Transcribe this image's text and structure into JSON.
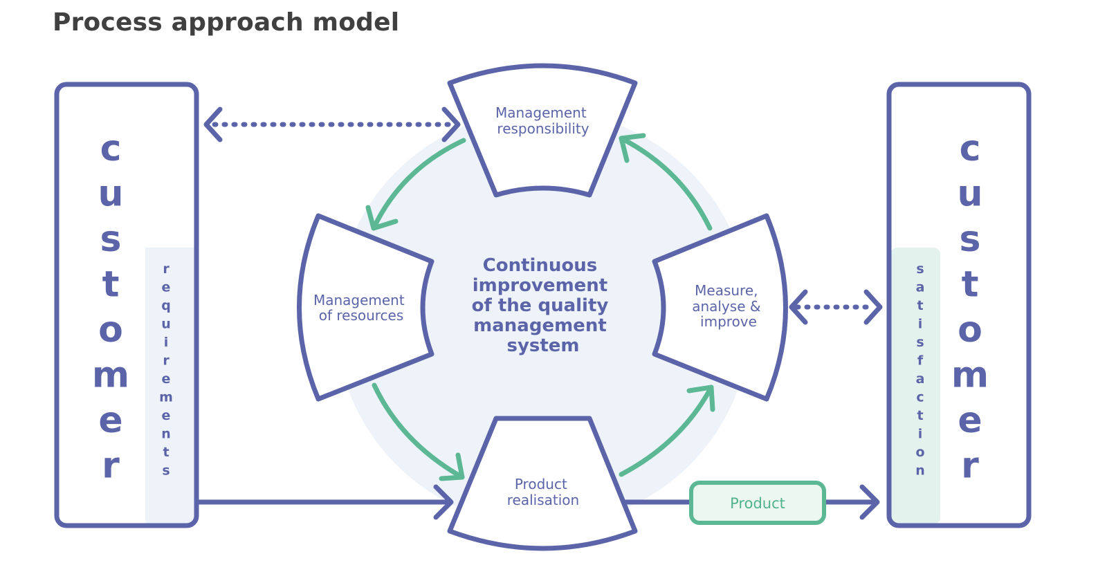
{
  "title": "Process approach model",
  "center_label": [
    "Continuous",
    "improvement",
    "of the quality",
    "management",
    "system"
  ],
  "segments": {
    "top": [
      "Management",
      "responsibility"
    ],
    "left": [
      "Management",
      "of resources"
    ],
    "right": [
      "Measure,",
      "analyse &",
      "improve"
    ],
    "bottom": [
      "Product",
      "realisation"
    ]
  },
  "left_box": {
    "word": "customer",
    "side": "requirements"
  },
  "right_box": {
    "word": "customer",
    "side": "satisfaction"
  },
  "product_label": "Product",
  "colors": {
    "primary": "#5b64a8",
    "green": "#5cb894",
    "circle_fill": "#eef3f9",
    "req_panel": "#eef3f9",
    "sat_panel": "#e3f2ec",
    "product_fill": "#ecf7f2"
  }
}
